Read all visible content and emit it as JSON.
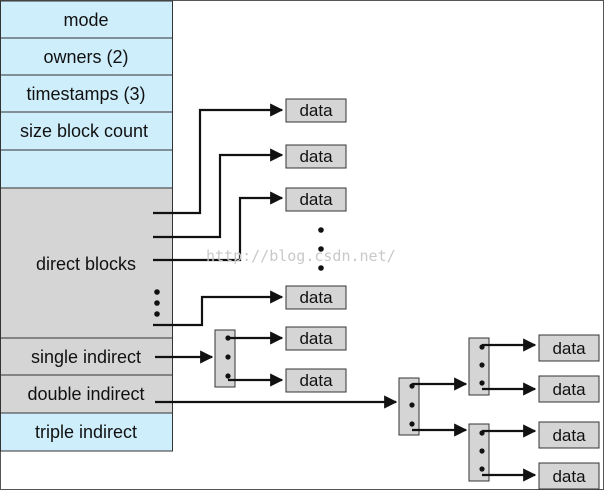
{
  "inode": {
    "mode": "mode",
    "owners": "owners (2)",
    "timestamps": "timestamps (3)",
    "size_block_count": "size block count",
    "direct_blocks": "direct blocks",
    "single_indirect": "single indirect",
    "double_indirect": "double indirect",
    "triple_indirect": "triple indirect"
  },
  "data_label": "data",
  "watermark": "http://blog.csdn.net/",
  "colors": {
    "light_blue": "#cfeefc",
    "gray": "#d5d5d5",
    "stroke": "#111111"
  }
}
